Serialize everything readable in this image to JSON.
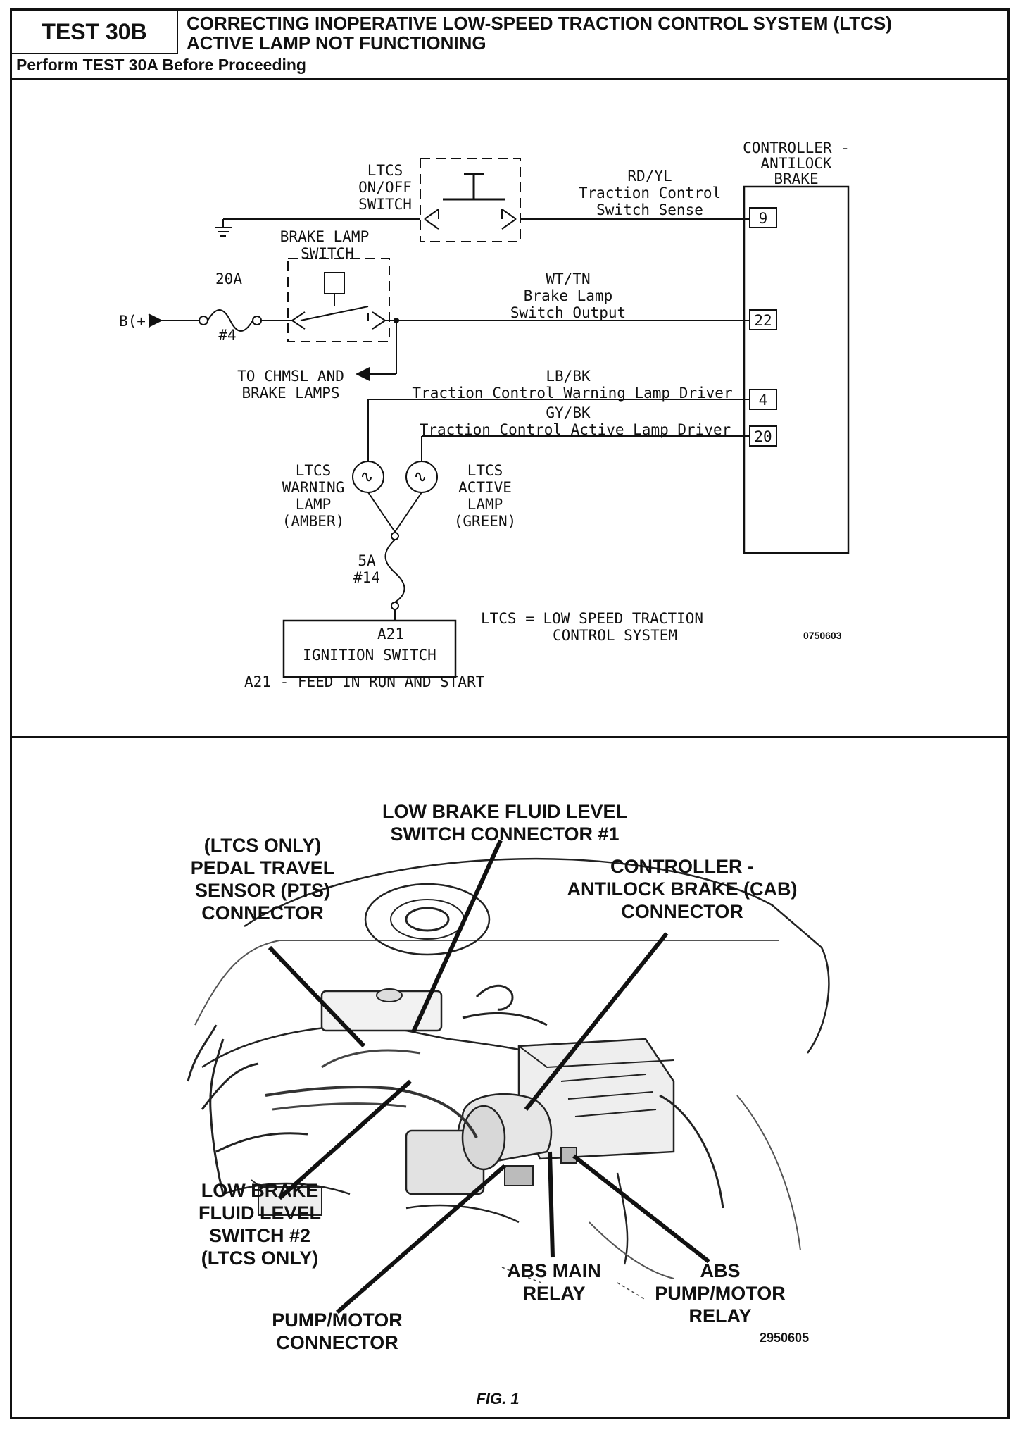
{
  "header": {
    "test_label": "TEST 30B",
    "title_line1": "CORRECTING INOPERATIVE LOW-SPEED TRACTION CONTROL SYSTEM (LTCS)",
    "title_line2": "ACTIVE LAMP NOT FUNCTIONING",
    "prerequisite": "Perform TEST 30A Before Proceeding"
  },
  "schematic": {
    "controller": [
      "CONTROLLER -",
      "ANTILOCK",
      "BRAKE"
    ],
    "ltcs_switch": [
      "LTCS",
      "ON/OFF",
      "SWITCH"
    ],
    "brake_lamp_switch": [
      "BRAKE LAMP",
      "SWITCH"
    ],
    "battery": "B(+)",
    "fuse_20a": "20A",
    "fuse_20a_num": "#4",
    "chmsl": [
      "TO CHMSL AND",
      "BRAKE LAMPS"
    ],
    "wire_rdyl": [
      "RD/YL",
      "Traction Control",
      "Switch Sense"
    ],
    "wire_wttn": [
      "WT/TN",
      "Brake Lamp",
      "Switch Output"
    ],
    "wire_lbbk": [
      "LB/BK",
      "Traction Control Warning Lamp Driver"
    ],
    "wire_gybk": [
      "GY/BK",
      "Traction Control Active Lamp Driver"
    ],
    "pins": [
      "9",
      "22",
      "4",
      "20"
    ],
    "warning_lamp": [
      "LTCS",
      "WARNING",
      "LAMP",
      "(AMBER)"
    ],
    "active_lamp": [
      "LTCS",
      "ACTIVE",
      "LAMP",
      "(GREEN)"
    ],
    "fuse_5a": "5A",
    "fuse_5a_num": "#14",
    "ignition": [
      "A21",
      "IGNITION SWITCH"
    ],
    "feed_note": "A21 - FEED IN RUN AND START",
    "ltcs_def": [
      "LTCS = LOW SPEED TRACTION",
      "CONTROL SYSTEM"
    ],
    "figure_id": "0750603"
  },
  "figure": {
    "low_fluid_1": [
      "LOW BRAKE FLUID LEVEL",
      "SWITCH CONNECTOR #1"
    ],
    "pts": [
      "(LTCS ONLY)",
      "PEDAL TRAVEL",
      "SENSOR (PTS)",
      "CONNECTOR"
    ],
    "cab": [
      "CONTROLLER -",
      "ANTILOCK BRAKE (CAB)",
      "CONNECTOR"
    ],
    "low_fluid_2": [
      "LOW BRAKE",
      "FLUID LEVEL",
      "SWITCH #2",
      "(LTCS ONLY)"
    ],
    "pump_conn": [
      "PUMP/MOTOR",
      "CONNECTOR"
    ],
    "abs_main": [
      "ABS MAIN",
      "RELAY"
    ],
    "abs_pump": [
      "ABS",
      "PUMP/MOTOR",
      "RELAY"
    ],
    "figure_id": "2950605",
    "caption": "FIG. 1"
  }
}
